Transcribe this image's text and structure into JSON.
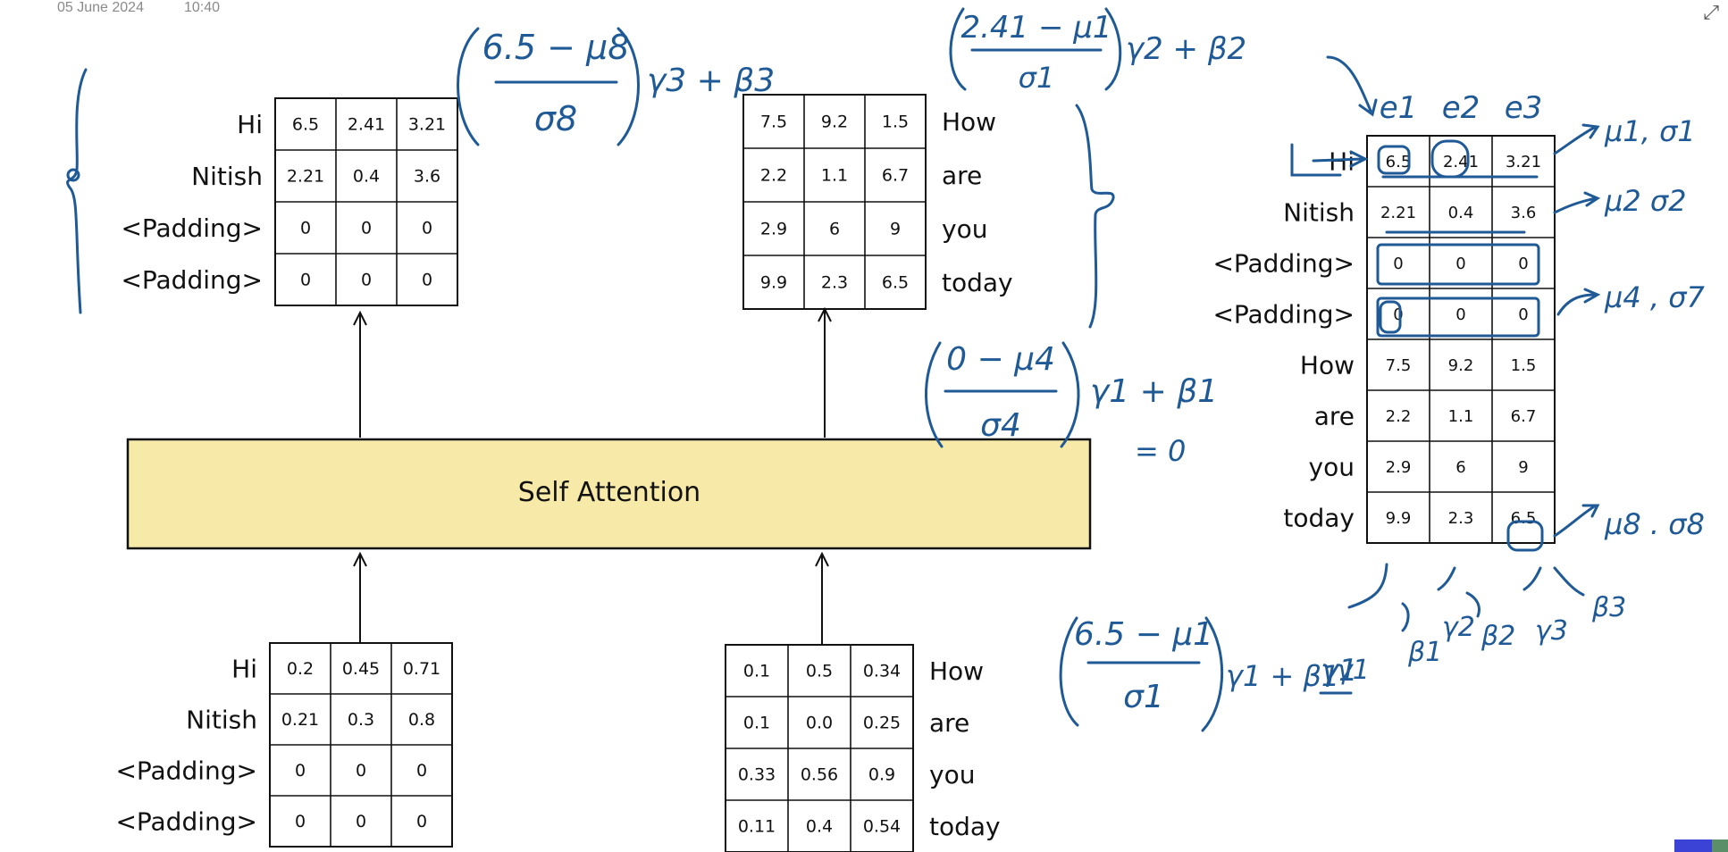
{
  "header": {
    "date": "05 June 2024",
    "time": "10:40"
  },
  "self_attention": {
    "label": "Self Attention",
    "fill": "#f7e9a8"
  },
  "colors": {
    "ink": "#111111",
    "pen": "#1f5a96"
  },
  "tables": {
    "top_left": {
      "rows": [
        "Hi",
        "Nitish",
        "<Padding>",
        "<Padding>"
      ],
      "cells": [
        [
          "6.5",
          "2.41",
          "3.21"
        ],
        [
          "2.21",
          "0.4",
          "3.6"
        ],
        [
          "0",
          "0",
          "0"
        ],
        [
          "0",
          "0",
          "0"
        ]
      ]
    },
    "top_right": {
      "rows": [
        "How",
        "are",
        "you",
        "today"
      ],
      "cells": [
        [
          "7.5",
          "9.2",
          "1.5"
        ],
        [
          "2.2",
          "1.1",
          "6.7"
        ],
        [
          "2.9",
          "6",
          "9"
        ],
        [
          "9.9",
          "2.3",
          "6.5"
        ]
      ]
    },
    "bottom_left": {
      "rows": [
        "Hi",
        "Nitish",
        "<Padding>",
        "<Padding>"
      ],
      "cells": [
        [
          "0.2",
          "0.45",
          "0.71"
        ],
        [
          "0.21",
          "0.3",
          "0.8"
        ],
        [
          "0",
          "0",
          "0"
        ],
        [
          "0",
          "0",
          "0"
        ]
      ]
    },
    "bottom_right": {
      "rows": [
        "How",
        "are",
        "you",
        "today"
      ],
      "cells": [
        [
          "0.1",
          "0.5",
          "0.34"
        ],
        [
          "0.1",
          "0.0",
          "0.25"
        ],
        [
          "0.33",
          "0.56",
          "0.9"
        ],
        [
          "0.11",
          "0.4",
          "0.54"
        ]
      ]
    },
    "stacked": {
      "headers": [
        "e1",
        "e2",
        "e3"
      ],
      "rows": [
        "Hi",
        "Nitish",
        "<Padding>",
        "<Padding>",
        "How",
        "are",
        "you",
        "today"
      ],
      "cells": [
        [
          "6.5",
          "2.41",
          "3.21"
        ],
        [
          "2.21",
          "0.4",
          "3.6"
        ],
        [
          "0",
          "0",
          "0"
        ],
        [
          "0",
          "0",
          "0"
        ],
        [
          "7.5",
          "9.2",
          "1.5"
        ],
        [
          "2.2",
          "1.1",
          "6.7"
        ],
        [
          "2.9",
          "6",
          "9"
        ],
        [
          "9.9",
          "2.3",
          "6.5"
        ]
      ],
      "row_notes": [
        "μ1, σ1",
        "μ2 σ2",
        "μ4 , σ7",
        "μ8 . σ8"
      ],
      "column_params": [
        "γ1",
        "β1",
        "γ2",
        "β2",
        "γ3",
        "β3"
      ]
    }
  },
  "formulas": {
    "f1": {
      "numerator": "6.5 − μ8",
      "denominator": "σ8",
      "tail": "γ3 + β3"
    },
    "f2": {
      "numerator": "2.41 − μ1",
      "denominator": "σ1",
      "tail": "γ2 + β2"
    },
    "f3": {
      "numerator": "0 − μ4",
      "denominator": "σ4",
      "tail": "γ1 + β1",
      "result": "= 0"
    },
    "f4": {
      "numerator": "6.5 − μ1",
      "denominator": "σ1",
      "tail": "γ1 + β1",
      "extra": "γ1"
    }
  }
}
